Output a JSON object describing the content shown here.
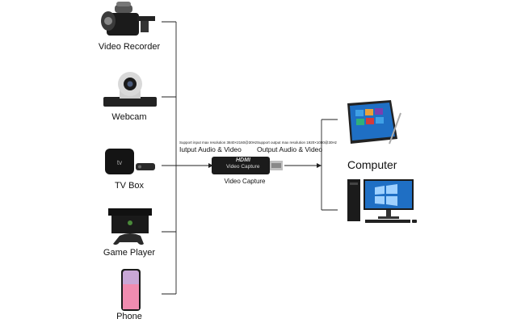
{
  "inputs": {
    "video_recorder": "Video Recorder",
    "webcam": "Webcam",
    "tv_box": "TV Box",
    "game_player": "Game Player",
    "phone": "Phone"
  },
  "capture": {
    "device_label": "Video Capture",
    "brand": "HDMI",
    "product": "Video Capture",
    "input_note": "Support input max resolution 3840×2160@30Hz",
    "input_title": "Iutput Audio & Video",
    "output_note": "Support output max resolution 1920×1080@30Hz",
    "output_title": "Output Audio & Video"
  },
  "outputs": {
    "computer": "Computer"
  },
  "colors": {
    "line": "#222222",
    "device_dark": "#1b1b1b",
    "screen_blue": "#1f6fc4"
  }
}
